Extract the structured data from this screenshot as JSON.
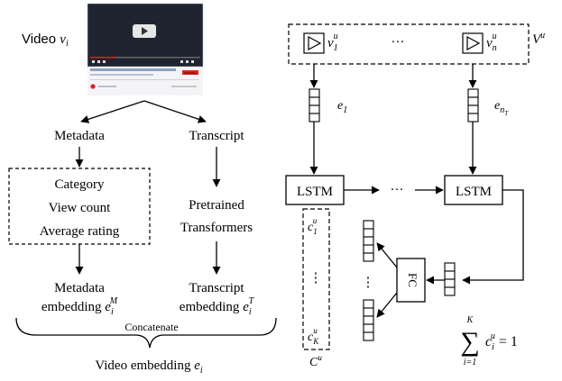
{
  "video": {
    "label_prefix": "Video",
    "label_var": "v",
    "label_sub": "i",
    "thumbnail_button_label": "Subscribe"
  },
  "left": {
    "metadata": "Metadata",
    "transcript": "Transcript",
    "meta_items": [
      "Category",
      "View count",
      "Average rating"
    ],
    "pretrained": [
      "Pretrained",
      "Transformers"
    ],
    "meta_embedding": {
      "line1": "Metadata",
      "line2": "embedding",
      "var": "e",
      "sub": "i",
      "sup": "M"
    },
    "transcript_embedding": {
      "line1": "Transcript",
      "line2": "embedding",
      "var": "e",
      "sub": "i",
      "sup": "T"
    },
    "concatenate": "Concatenate",
    "video_embedding": {
      "text": "Video embedding",
      "var": "e",
      "sub": "i"
    }
  },
  "right": {
    "v1": {
      "var": "v",
      "sub": "1",
      "sup": "u"
    },
    "vn": {
      "var": "v",
      "sub": "n",
      "sup": "u"
    },
    "ellipsis": "···",
    "Vu": {
      "var": "V",
      "sup": "u"
    },
    "e1": {
      "var": "e",
      "sub": "1"
    },
    "enT": {
      "var": "e",
      "sub": "n",
      "subsub": "T"
    },
    "lstm": "LSTM",
    "fc": "FC",
    "c1": {
      "var": "c",
      "sub": "1",
      "sup": "u"
    },
    "cK": {
      "var": "c",
      "sub": "K",
      "sup": "u"
    },
    "vdots": "⋮",
    "Cu": {
      "var": "C",
      "sup": "u"
    },
    "sum": {
      "symbol": "∑",
      "upper": "K",
      "lower": "i=1",
      "var": "c",
      "sub": "i",
      "sup": "u",
      "rhs": "= 1"
    }
  }
}
